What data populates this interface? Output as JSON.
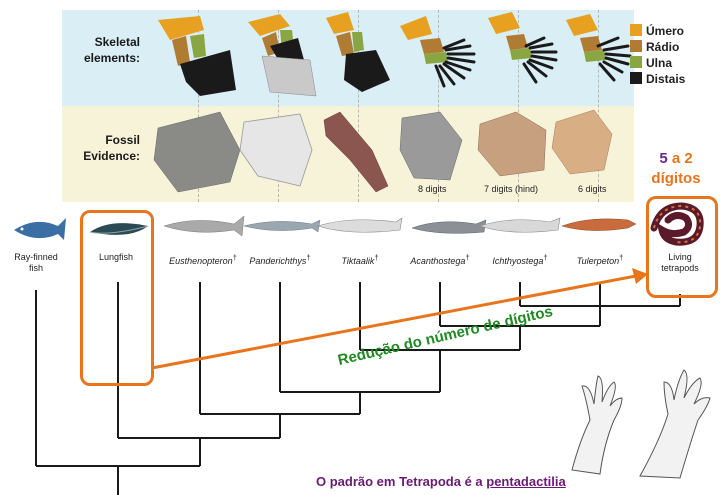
{
  "labels": {
    "skeletal_line1": "Skeletal",
    "skeletal_line2": "elements:",
    "fossil_line1": "Fossil",
    "fossil_line2": "Evidence:"
  },
  "legend": [
    {
      "label": "Úmero",
      "color": "#e8a020"
    },
    {
      "label": "Rádio",
      "color": "#b07c34"
    },
    {
      "label": "Ulna",
      "color": "#8aa642"
    },
    {
      "label": "Distais",
      "color": "#1a1a1a"
    }
  ],
  "digit_counts": {
    "acanthostega": "8 digits",
    "ichthyostega": "7 digits (hind)",
    "tulerpeton": "6 digits"
  },
  "highlight": {
    "number_a": "5",
    "connector": "a",
    "number_b": "2",
    "word": "dígitos"
  },
  "taxa": {
    "ray_finned_1": "Ray-finned",
    "ray_finned_2": "fish",
    "lungfish": "Lungfish",
    "eusthenopteron": "Eusthenopteron",
    "panderichthys": "Panderichthys",
    "tiktaalik": "Tiktaalik",
    "acanthostega": "Acanthostega",
    "ichthyostega": "Ichthyostega",
    "tulerpeton": "Tulerpeton",
    "living_1": "Living",
    "living_2": "tetrapods",
    "extinct_mark": "†"
  },
  "annotation": "Redução do número de dígitos",
  "caption": {
    "prefix": "O padrão em Tetrapoda é a ",
    "underlined": "pentadactilia"
  },
  "colors": {
    "accent_orange": "#e8741c",
    "purple": "#6a2a8c",
    "green": "#1f8a22"
  }
}
